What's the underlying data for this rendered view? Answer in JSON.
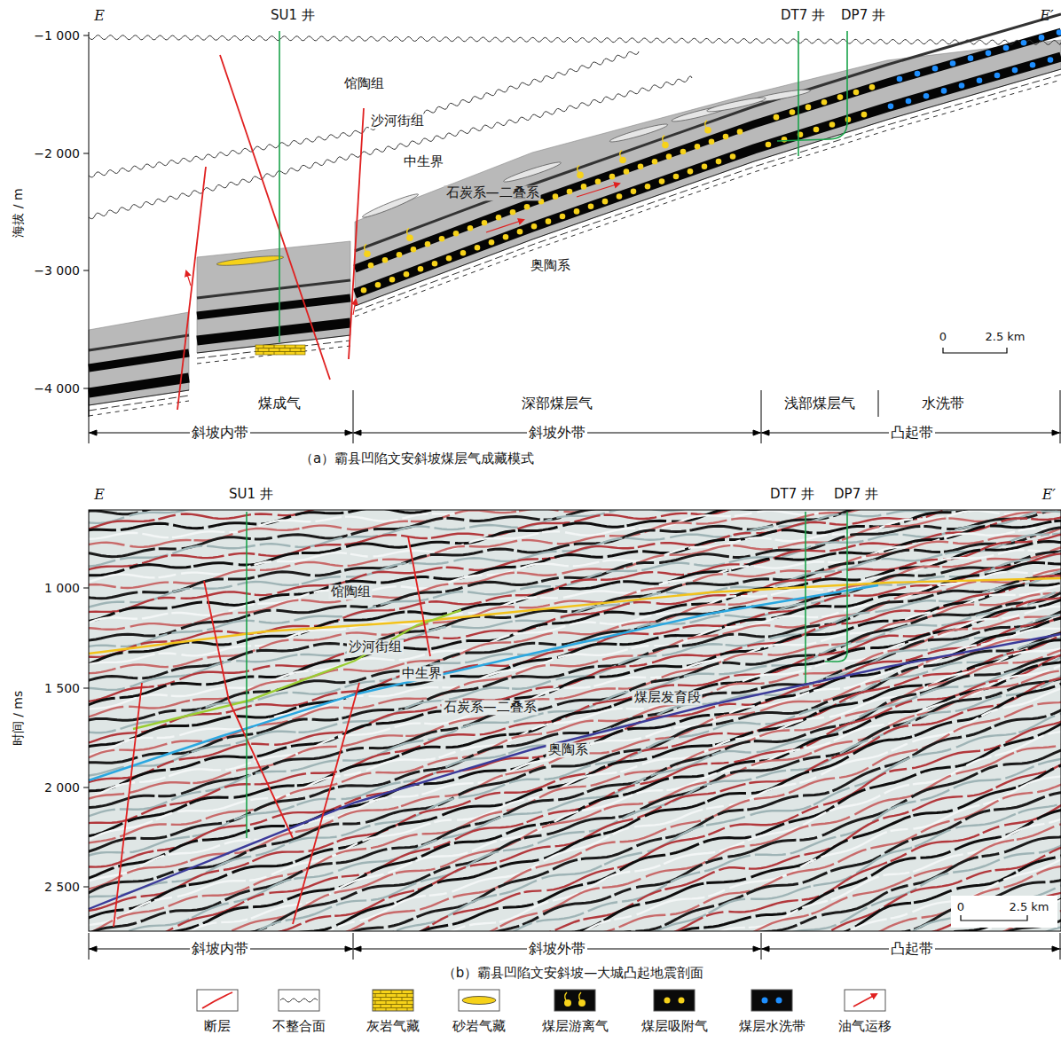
{
  "diagram": {
    "labels": [
      "E",
      "SU1 井",
      "DT7 井",
      "DP7 井",
      "E′",
      "−1 000",
      "−2 000",
      "−3 000",
      "−4 000",
      "海拔 / m",
      "馆陶组",
      "沙河街组",
      "中生界",
      "石炭系—二叠系",
      "奥陶系",
      "0",
      "2.5 km",
      "煤成气",
      "深部煤层气",
      "浅部煤层气",
      "水洗带",
      "斜坡内带",
      "斜坡外带",
      "凸起带",
      "（a）霸县凹陷文安斜坡煤层气成藏模式",
      "E",
      "SU1 井",
      "DT7 井",
      "DP7 井",
      "E′",
      "1 000",
      "1 500",
      "2 000",
      "2 500",
      "时间 / ms",
      "馆陶组",
      "沙河街组",
      "中生界",
      "石炭系—二叠系",
      "煤层发育段",
      "奥陶系",
      "0",
      "2.5 km",
      "斜坡内带",
      "斜坡外带",
      "凸起带",
      "（b）霸县凹陷文安斜坡—大城凸起地震剖面"
    ],
    "legend": [
      {
        "text": "断层"
      },
      {
        "text": "不整合面"
      },
      {
        "text": "灰岩气藏"
      },
      {
        "text": "砂岩气藏"
      },
      {
        "text": "煤层游离气"
      },
      {
        "text": "煤层吸附气"
      },
      {
        "text": "煤层水洗带"
      },
      {
        "text": "油气运移"
      }
    ]
  }
}
